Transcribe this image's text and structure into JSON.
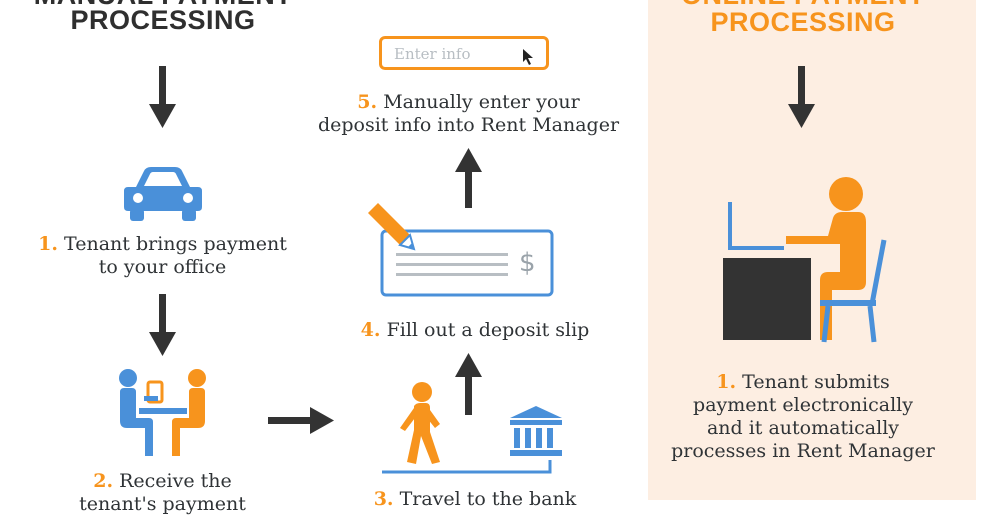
{
  "left_heading": {
    "line1": "MANUAL PAYMENT",
    "line2": "PROCESSING"
  },
  "right_heading": {
    "line1": "ONLINE PAYMENT",
    "line2": "PROCESSING"
  },
  "input": {
    "placeholder": "Enter info"
  },
  "steps": {
    "s1": {
      "num": "1.",
      "line1": "Tenant brings payment",
      "line2": "to your office"
    },
    "s2": {
      "num": "2.",
      "line1": "Receive the",
      "line2": "tenant's payment"
    },
    "s3": {
      "num": "3.",
      "line1": "Travel to the bank"
    },
    "s4": {
      "num": "4.",
      "line1": "Fill out a deposit slip"
    },
    "s5": {
      "num": "5.",
      "line1": "Manually enter your",
      "line2": "deposit info into Rent Manager"
    }
  },
  "online_step": {
    "num": "1.",
    "line1": "Tenant submits",
    "line2": "payment electronically",
    "line3": "and it automatically",
    "line4": "processes in Rent Manager"
  },
  "colors": {
    "orange": "#f7941d",
    "blue": "#4a90d9",
    "dark": "#333333",
    "panel": "#fdeee2"
  },
  "icons": [
    "car-icon",
    "meeting-icon",
    "walking-person-icon",
    "bank-icon",
    "deposit-check-icon",
    "pencil-icon",
    "cursor-icon",
    "computer-desk-icon"
  ]
}
